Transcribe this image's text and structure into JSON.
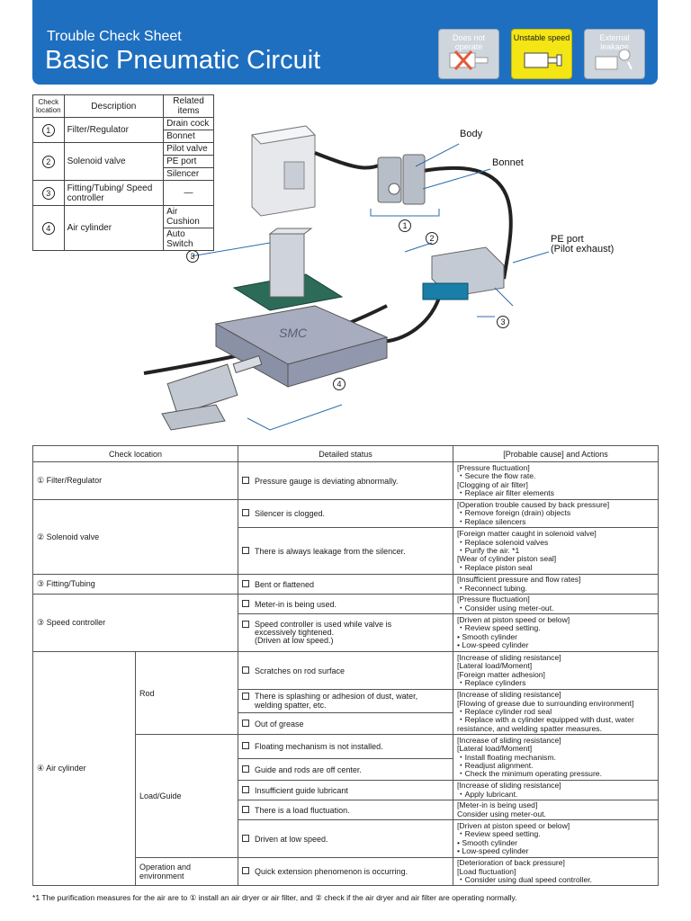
{
  "header": {
    "subtitle": "Trouble Check Sheet",
    "title": "Basic Pneumatic Circuit",
    "badges": [
      "Does not operate",
      "Unstable speed",
      "External leakage"
    ],
    "active_badge_color": "#f3e614",
    "bg_color": "#1e6fbf"
  },
  "small_table": {
    "headers": [
      "Check location",
      "Description",
      "Related items"
    ],
    "rows": [
      {
        "num": "1",
        "desc": "Filter/Regulator",
        "items": [
          "Drain cock",
          "Bonnet"
        ]
      },
      {
        "num": "2",
        "desc": "Solenoid valve",
        "items": [
          "Pilot valve",
          "PE port",
          "Silencer"
        ]
      },
      {
        "num": "3",
        "desc": "Fitting/Tubing/ Speed controller",
        "items": [
          "—"
        ]
      },
      {
        "num": "4",
        "desc": "Air cylinder",
        "items": [
          "Air Cushion",
          "Auto Switch"
        ]
      }
    ]
  },
  "illustration": {
    "labels": {
      "body": "Body",
      "bonnet": "Bonnet",
      "pe_port": "PE port",
      "pe_port_sub": "(Pilot exhaust)",
      "n1": "1",
      "n2": "2",
      "n3a": "3",
      "n3b": "3",
      "n4": "4"
    },
    "logo_text": "SMC"
  },
  "main_table": {
    "headers": [
      "Check location",
      "Detailed status",
      "[Probable cause] and Actions"
    ],
    "filter_location": "① Filter/Regulator",
    "filter_status": "Pressure gauge is deviating abnormally.",
    "filter_action": [
      "[Pressure fluctuation]",
      "・Secure the flow rate.",
      "[Clogging of air filter]",
      "・Replace air filter elements"
    ],
    "solenoid_location": "② Solenoid valve",
    "solenoid_status_1": "Silencer is clogged.",
    "solenoid_action_1": [
      "[Operation trouble caused by back pressure]",
      "・Remove foreign (drain) objects",
      "・Replace silencers"
    ],
    "solenoid_status_2": "There is always leakage from the silencer.",
    "solenoid_action_2": [
      "[Foreign matter caught in solenoid valve]",
      "・Replace solenoid valves",
      "・Purify the air. *1",
      "[Wear of cylinder piston seal]",
      "・Replace piston seal"
    ],
    "fitting_location": "③ Fitting/Tubing",
    "fitting_status": "Bent or flattened",
    "fitting_action": [
      "[Insufficient pressure and flow rates]",
      "・Reconnect tubing."
    ],
    "speed_location": "③ Speed controller",
    "speed_status_1": "Meter-in is being used.",
    "speed_action_1": [
      "[Pressure fluctuation]",
      "・Consider using meter-out."
    ],
    "speed_status_2": [
      "Speed controller is used while valve is",
      "excessively tightened.",
      "(Driven at low speed.)"
    ],
    "speed_action_2": [
      "[Driven at piston speed or below]",
      "・Review speed setting.",
      "• Smooth cylinder",
      "• Low-speed cylinder"
    ],
    "cyl_location": "④ Air cylinder",
    "rod_label": "Rod",
    "rod_status_1": "Scratches on rod surface",
    "rod_action_1": [
      "[Increase of sliding resistance]",
      "[Lateral load/Moment]",
      "[Foreign matter adhesion]",
      "・Replace cylinders"
    ],
    "rod_status_2": [
      "There is splashing or adhesion of dust, water,",
      "welding spatter, etc."
    ],
    "rod_status_3": "Out of grease",
    "rod_action_2": [
      "[Increase of sliding resistance]",
      "[Flowing of grease due to surrounding environment]",
      "・Replace cylinder rod seal",
      "・Replace with a cylinder equipped with dust, water",
      "  resistance, and welding spatter measures."
    ],
    "load_label": "Load/Guide",
    "load_status_1": "Floating mechanism is not installed.",
    "load_status_2": "Guide and rods are off center.",
    "load_action_1": [
      "[Increase of sliding resistance]",
      "[Lateral load/Moment]",
      "・Install floating mechanism.",
      "・Readjust alignment.",
      "・Check the minimum operating pressure."
    ],
    "load_status_3": "Insufficient guide lubricant",
    "load_action_3": [
      "[Increase of sliding resistance]",
      "・Apply lubricant."
    ],
    "load_status_4": "There is a load fluctuation.",
    "load_action_4": [
      "[Meter-in is being used]",
      "Consider using meter-out."
    ],
    "load_status_5": "Driven at low speed.",
    "load_action_5": [
      "[Driven at piston speed or below]",
      "・Review speed setting.",
      "• Smooth cylinder",
      "• Low-speed cylinder"
    ],
    "env_label": "Operation and environment",
    "env_status": "Quick extension phenomenon is occurring.",
    "env_action": [
      "[Deterioration of back pressure]",
      "[Load fluctuation]",
      "・Consider using dual speed controller."
    ]
  },
  "footnote": "*1 The purification measures for the air are to ① install an air dryer or air filter, and ② check if the air dryer and air filter are operating normally."
}
